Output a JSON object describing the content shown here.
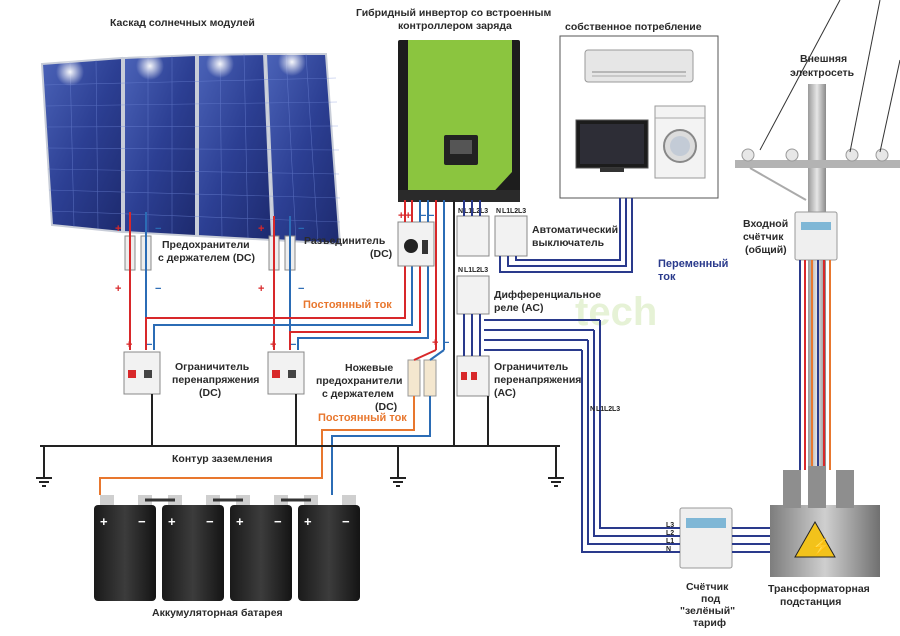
{
  "labels": {
    "solar_cascade": "Каскад солнечных модулей",
    "inverter_line1": "Гибридный инвертор со встроенным",
    "inverter_line2": "контроллером заряда",
    "own_consumption": "собственное потребление",
    "external_grid_1": "Внешняя",
    "external_grid_2": "электросеть",
    "input_meter_1": "Входной",
    "input_meter_2": "счётчик",
    "input_meter_3": "(общий)",
    "fuses_dc_1": "Предохранители",
    "fuses_dc_2": "с держателем (DC)",
    "disconnector_1": "Разъединитель",
    "disconnector_2": "(DC)",
    "auto_breaker_1": "Автоматический",
    "auto_breaker_2": "выключатель",
    "alternating_1": "Переменный",
    "alternating_2": "ток",
    "dc_current_1": "Постоянный ток",
    "diff_relay_1": "Дифференциальное",
    "diff_relay_2": "реле (АС)",
    "surge_dc_1": "Ограничитель",
    "surge_dc_2": "перенапряжения",
    "surge_dc_3": "(DC)",
    "knife_fuses_1": "Ножевые",
    "knife_fuses_2": "предохранители",
    "knife_fuses_3": "с держателем",
    "knife_fuses_4": "(DC)",
    "surge_ac_1": "Ограничитель",
    "surge_ac_2": "перенапряжения",
    "surge_ac_3": "(АС)",
    "dc_current_2": "Постоянный ток",
    "ground_loop": "Контур заземления",
    "battery": "Аккумуляторная батарея",
    "green_meter_1": "Счётчик",
    "green_meter_2": "под",
    "green_meter_3": "\"зелёный\"",
    "green_meter_4": "тариф",
    "substation_1": "Трансформаторная",
    "substation_2": "подстанция"
  },
  "terminals": {
    "plus": "+",
    "minus": "−",
    "n": "N",
    "l1": "L1",
    "l2": "L2",
    "l3": "L3"
  },
  "watermark": "tech",
  "colors": {
    "positive": "#d8282a",
    "negative": "#2b6cb5",
    "dc_line": "#e8772e",
    "ac_line": "#2a3a8c",
    "inverter": "#8bc53f",
    "ground": "#222222"
  }
}
